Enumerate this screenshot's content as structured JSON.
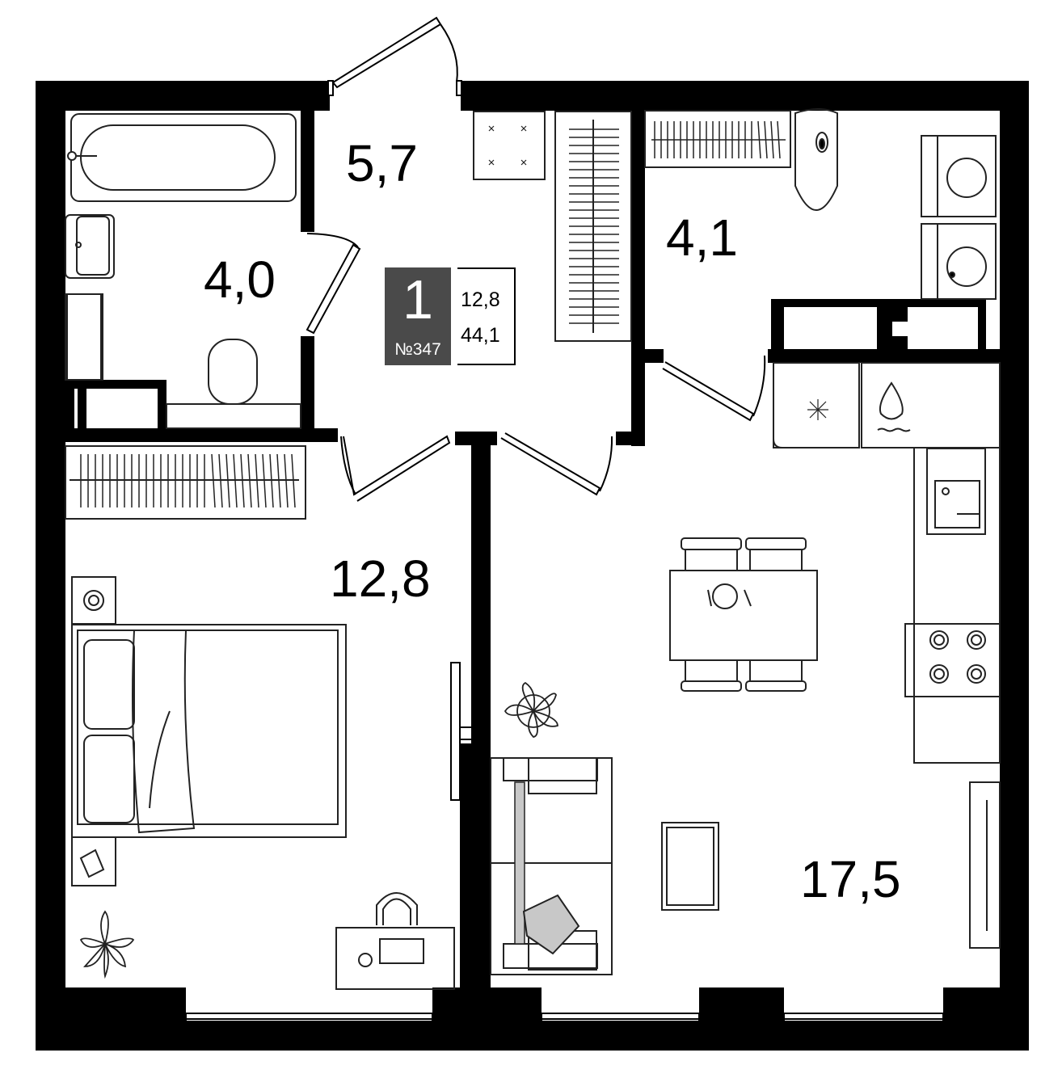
{
  "plan": {
    "badge": {
      "rooms": "1",
      "apartment": "№347"
    },
    "summary": {
      "living_area": "12,8",
      "total_area": "44,1"
    },
    "rooms": [
      {
        "id": "bathroom",
        "area": "4,0"
      },
      {
        "id": "hallway",
        "area": "5,7"
      },
      {
        "id": "laundry",
        "area": "4,1"
      },
      {
        "id": "bedroom",
        "area": "12,8"
      },
      {
        "id": "kitchen-living",
        "area": "17,5"
      }
    ],
    "colors": {
      "wall": "#000000",
      "badge": "#4a4a4a",
      "line": "#333333",
      "accent": "#c8c8c8"
    }
  }
}
